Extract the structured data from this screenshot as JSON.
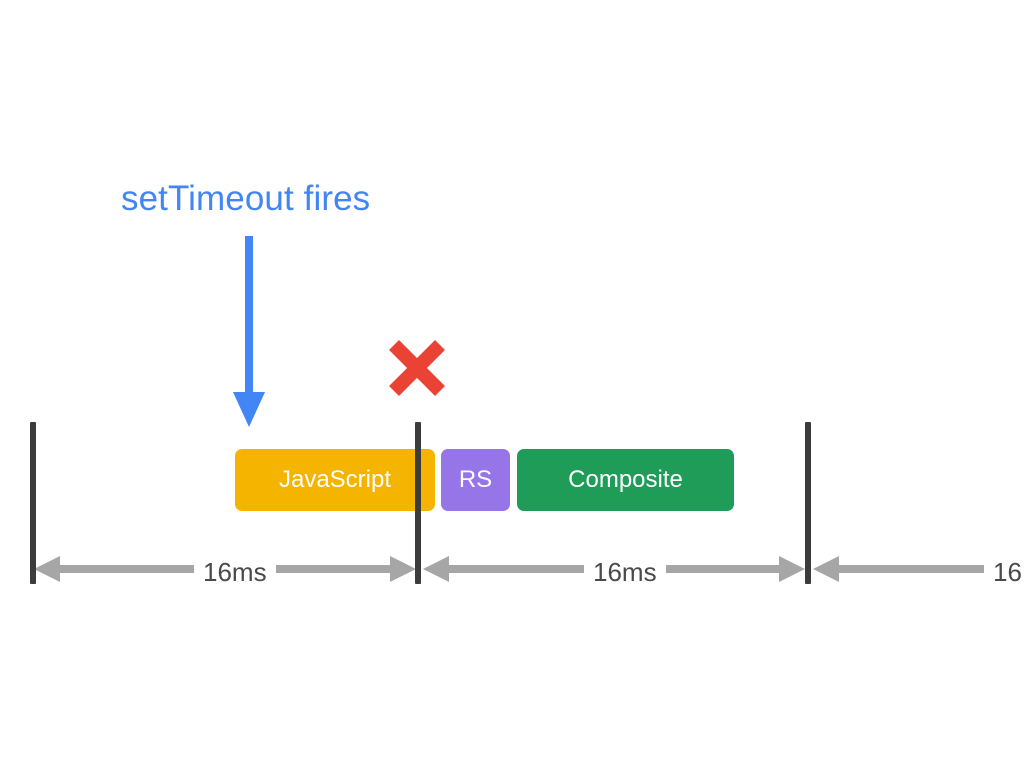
{
  "diagram": {
    "title_annotation": "setTimeout fires",
    "annotation_color": "#4285F4",
    "background": "#ffffff",
    "marker": {
      "name": "missed-frame-cross",
      "symbol": "✕",
      "color": "#EA4335"
    },
    "blocks": [
      {
        "id": "javascript",
        "label": "JavaScript",
        "color": "#F4B400",
        "text_color": "#ffffff"
      },
      {
        "id": "recalc-style",
        "label": "RS",
        "color": "#9575E8",
        "text_color": "#ffffff"
      },
      {
        "id": "composite",
        "label": "Composite",
        "color": "#1E9C58",
        "text_color": "#ffffff"
      }
    ],
    "frames": [
      {
        "id": "frame-1",
        "label": "16ms"
      },
      {
        "id": "frame-2",
        "label": "16ms"
      },
      {
        "id": "frame-3",
        "label": "16",
        "clipped": true
      }
    ],
    "ticks": [
      {
        "id": "tick-start",
        "color": "#3C3C3C"
      },
      {
        "id": "tick-mid",
        "color": "#3C3C3C"
      },
      {
        "id": "tick-end",
        "color": "#3C3C3C"
      }
    ],
    "arrow_color": "#A6A6A6",
    "tick_color": "#3C3C3C"
  }
}
